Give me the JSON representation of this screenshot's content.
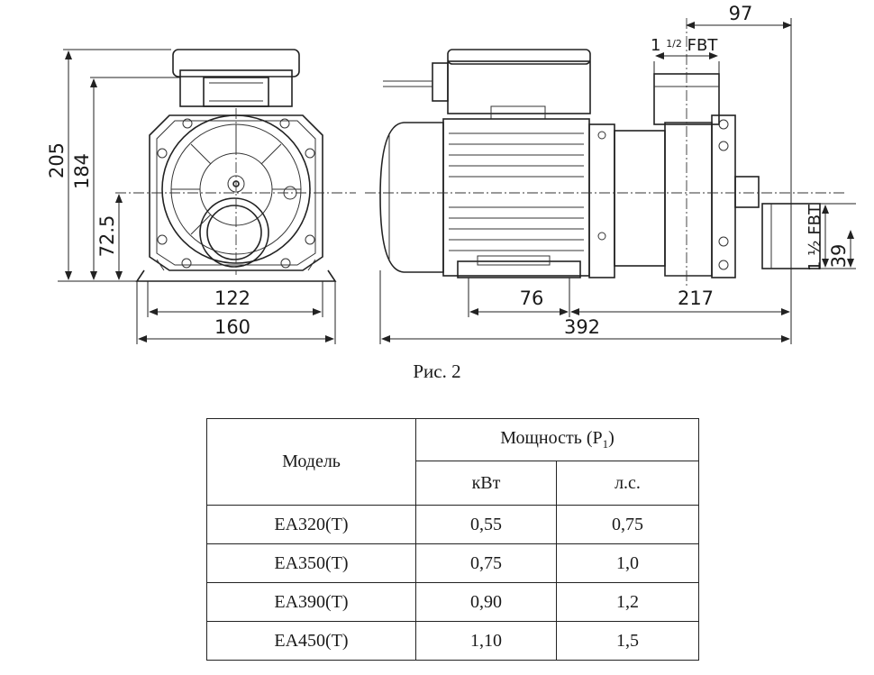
{
  "drawing": {
    "front_view": {
      "height_total": "205",
      "height_axis": "184",
      "axis_to_outlet": "72.5",
      "base_inner_width": "122",
      "base_outer_width": "160"
    },
    "side_view": {
      "top_offset": "97",
      "inlet_label_top": "1",
      "inlet_label_frac": "1/2",
      "inlet_label_suffix": "FBT",
      "outlet_label": "1 ½ FBT",
      "outlet_height": "39",
      "foot_width": "76",
      "body_length": "217",
      "total_length": "392"
    }
  },
  "caption": "Рис. 2",
  "table": {
    "headers": {
      "model": "Модель",
      "power": "Мощность (P",
      "power_sub": "1",
      "power_close": ")",
      "kw": "кВт",
      "hp": "л.с."
    },
    "rows": [
      {
        "model": "EA320(T)",
        "kw": "0,55",
        "hp": "0,75"
      },
      {
        "model": "EA350(T)",
        "kw": "0,75",
        "hp": "1,0"
      },
      {
        "model": "EA390(T)",
        "kw": "0,90",
        "hp": "1,2"
      },
      {
        "model": "EA450(T)",
        "kw": "1,10",
        "hp": "1,5"
      }
    ]
  }
}
